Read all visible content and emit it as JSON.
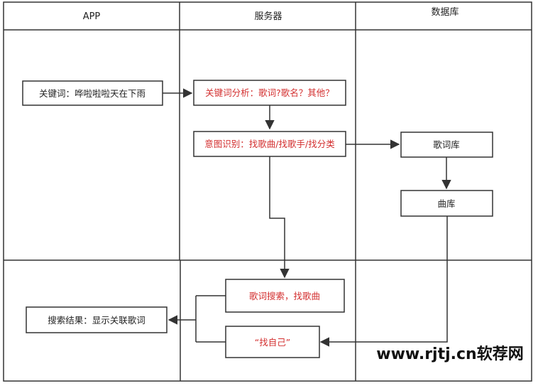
{
  "lanes": {
    "app": "APP",
    "server": "服务器",
    "db": "数据库"
  },
  "nodes": {
    "keyword_input": "关键词：哗啦啦啦天在下雨",
    "keyword_analysis": "关键词分析：歌词?歌名？其他？",
    "intent_recognition": "意图识别：找歌曲/找歌手/找分类",
    "lyrics_db": "歌词库",
    "song_db": "曲库",
    "lyrics_search": "歌词搜索，找歌曲",
    "find_self": "“找自己”",
    "search_result": "搜索结果：显示关联歌词"
  },
  "watermark": "www.rjtj.cn软荐网",
  "colors": {
    "line": "#333333",
    "red_text": "#d32f2f",
    "black_text": "#222222"
  }
}
